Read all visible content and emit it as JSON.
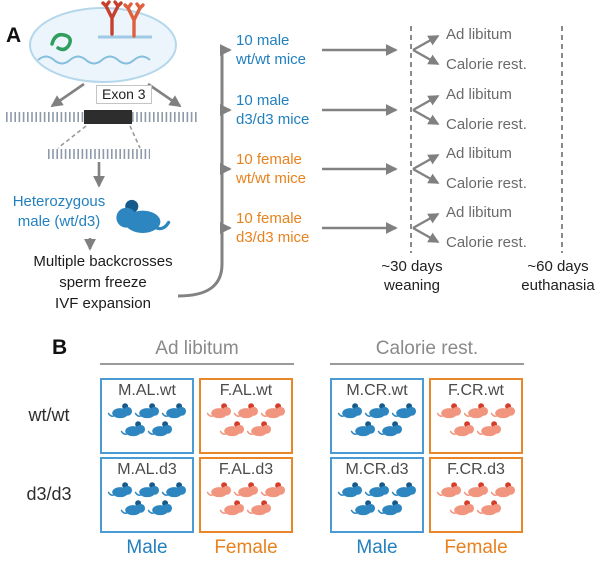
{
  "figure": {
    "panelA": {
      "label": "A",
      "exon_label": "Exon 3",
      "heterozygous": {
        "line1": "Heterozygous",
        "line2": "male (wt/d3)"
      },
      "process": {
        "line1": "Multiple backcrosses",
        "line2": "sperm freeze",
        "line3": "IVF expansion"
      },
      "groups": [
        {
          "count": "10 male",
          "genotype": "wt/wt mice",
          "sex": "male"
        },
        {
          "count": "10 male",
          "genotype": "d3/d3 mice",
          "sex": "male"
        },
        {
          "count": "10 female",
          "genotype": "wt/wt mice",
          "sex": "female"
        },
        {
          "count": "10 female",
          "genotype": "d3/d3 mice",
          "sex": "female"
        }
      ],
      "diet": {
        "ad_libitum": "Ad libitum",
        "calorie_rest": "Calorie rest."
      },
      "milestones": [
        {
          "time": "~30 days",
          "event": "weaning"
        },
        {
          "time": "~60 days",
          "event": "euthanasia"
        }
      ]
    },
    "panelB": {
      "label": "B",
      "headers": [
        "Ad libitum",
        "Calorie rest."
      ],
      "row_labels": [
        "wt/wt",
        "d3/d3"
      ],
      "mice_per_cell": 5,
      "cells": [
        {
          "code": "M.AL.wt",
          "sex": "male"
        },
        {
          "code": "F.AL.wt",
          "sex": "female"
        },
        {
          "code": "M.CR.wt",
          "sex": "male"
        },
        {
          "code": "F.CR.wt",
          "sex": "female"
        },
        {
          "code": "M.AL.d3",
          "sex": "male"
        },
        {
          "code": "F.AL.d3",
          "sex": "female"
        },
        {
          "code": "M.CR.d3",
          "sex": "male"
        },
        {
          "code": "F.CR.d3",
          "sex": "female"
        }
      ],
      "sex_labels": [
        "Male",
        "Female",
        "Male",
        "Female"
      ]
    },
    "colors": {
      "male_blue": "#2380be",
      "female_orange": "#e8821e",
      "female_mouse_pink": "#f2957f",
      "male_mouse_blue": "#2e86c1",
      "arrow_gray": "#808080"
    }
  }
}
